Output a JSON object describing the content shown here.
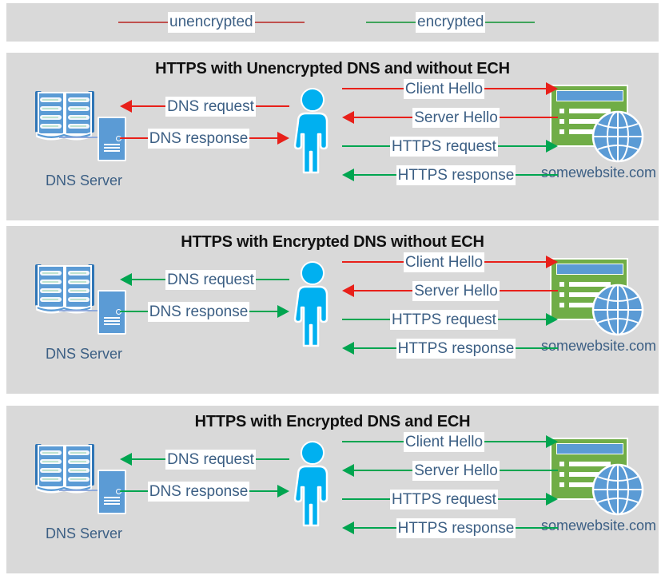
{
  "legend": {
    "items": [
      {
        "label": "unencrypted",
        "color": "#e8201a",
        "icon": "line-segment-icon"
      },
      {
        "label": "encrypted",
        "color": "#00a550",
        "icon": "line-segment-icon"
      }
    ]
  },
  "nodes": {
    "dns_label": "DNS Server",
    "site_label": "somewebsite.com",
    "dns_icon": "book-and-server-icon",
    "user_icon": "person-icon",
    "site_icon": "browser-window-globe-icon"
  },
  "panels": [
    {
      "title": "HTTPS with Unencrypted DNS and without ECH",
      "left_flows": [
        {
          "label": "DNS request",
          "direction": "left",
          "color": "red"
        },
        {
          "label": "DNS response",
          "direction": "right",
          "color": "red"
        }
      ],
      "right_flows": [
        {
          "label": "Client Hello",
          "direction": "right",
          "color": "red"
        },
        {
          "label": "Server Hello",
          "direction": "left",
          "color": "red"
        },
        {
          "label": "HTTPS request",
          "direction": "right",
          "color": "green"
        },
        {
          "label": "HTTPS response",
          "direction": "left",
          "color": "green"
        }
      ]
    },
    {
      "title": "HTTPS with Encrypted DNS without ECH",
      "left_flows": [
        {
          "label": "DNS request",
          "direction": "left",
          "color": "green"
        },
        {
          "label": "DNS response",
          "direction": "right",
          "color": "green"
        }
      ],
      "right_flows": [
        {
          "label": "Client Hello",
          "direction": "right",
          "color": "red"
        },
        {
          "label": "Server Hello",
          "direction": "left",
          "color": "red"
        },
        {
          "label": "HTTPS request",
          "direction": "right",
          "color": "green"
        },
        {
          "label": "HTTPS response",
          "direction": "left",
          "color": "green"
        }
      ]
    },
    {
      "title": "HTTPS with Encrypted DNS and ECH",
      "left_flows": [
        {
          "label": "DNS request",
          "direction": "left",
          "color": "green"
        },
        {
          "label": "DNS response",
          "direction": "right",
          "color": "green"
        }
      ],
      "right_flows": [
        {
          "label": "Client Hello",
          "direction": "right",
          "color": "green"
        },
        {
          "label": "Server Hello",
          "direction": "left",
          "color": "green"
        },
        {
          "label": "HTTPS request",
          "direction": "right",
          "color": "green"
        },
        {
          "label": "HTTPS response",
          "direction": "left",
          "color": "green"
        }
      ]
    }
  ],
  "colors": {
    "panel_bg": "#d9d9d9",
    "page_bg": "#ffffff",
    "text_blue": "#3c5f84",
    "unencrypted": "#e8201a",
    "encrypted": "#00a550",
    "person": "#00b0f0",
    "server": "#5b9bd5",
    "website": "#70ad47"
  }
}
